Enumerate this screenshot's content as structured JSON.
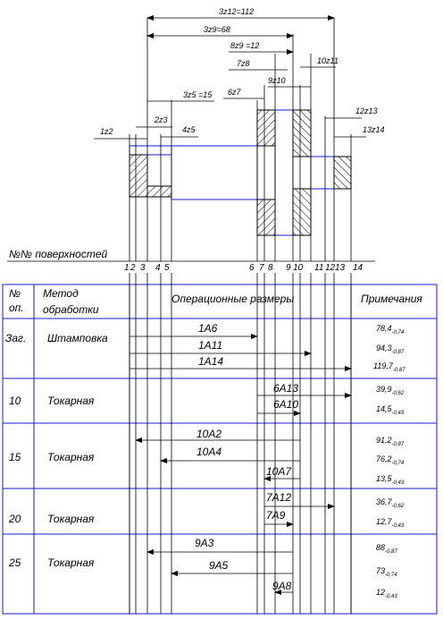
{
  "top_dims": [
    {
      "label": "3z12=112"
    },
    {
      "label": "3z9=68"
    },
    {
      "label": "8z9 =12"
    },
    {
      "label": "7z8"
    },
    {
      "label": "10z11"
    },
    {
      "label": "9z10"
    },
    {
      "label": "6z7"
    },
    {
      "label": "3z5 =15"
    },
    {
      "label": "12z13"
    },
    {
      "label": "2z3"
    },
    {
      "label": "13z14"
    },
    {
      "label": "1z2"
    },
    {
      "label": "4z5"
    }
  ],
  "surfaces_title": "№№ поверхностей",
  "surface_numbers": [
    "1",
    "2",
    "3",
    "4",
    "5",
    "6",
    "7",
    "8",
    "9",
    "10",
    "11",
    "12",
    "13",
    "14"
  ],
  "table": {
    "headers": {
      "op": "№ оп.",
      "op_line1": "№",
      "op_line2": "оп.",
      "method_line1": "Метод",
      "method_line2": "обработки",
      "sizes": "Операционные размеры",
      "notes": "Примечания"
    },
    "rows": [
      {
        "op": "Заг.",
        "method": "Штамповка",
        "sizes": [
          "1A6",
          "1A11",
          "1A14"
        ],
        "notes": [
          {
            "v": "78,4",
            "tol": "-0,74"
          },
          {
            "v": "94,3",
            "tol": "-0,87"
          },
          {
            "v": "119,7",
            "tol": "-0,87"
          }
        ]
      },
      {
        "op": "10",
        "method": "Токарная",
        "sizes": [
          "6A13",
          "6A10"
        ],
        "notes": [
          {
            "v": "39,9",
            "tol": "-0,62"
          },
          {
            "v": "14,5",
            "tol": "-0,43"
          }
        ]
      },
      {
        "op": "15",
        "method": "Токарная",
        "sizes": [
          "10A2",
          "10A4",
          "10A7"
        ],
        "notes": [
          {
            "v": "91,2",
            "tol": "-0,87"
          },
          {
            "v": "76,2",
            "tol": "-0,74"
          },
          {
            "v": "13,5",
            "tol": "-0,43"
          }
        ]
      },
      {
        "op": "20",
        "method": "Токарная",
        "sizes": [
          "7A12",
          "7A9"
        ],
        "notes": [
          {
            "v": "36,7",
            "tol": "-0,62"
          },
          {
            "v": "12,7",
            "tol": "-0,43"
          }
        ]
      },
      {
        "op": "25",
        "method": "Токарная",
        "sizes": [
          "9A3",
          "9A5",
          "9A8"
        ],
        "notes": [
          {
            "v": "88",
            "tol": "-0,87"
          },
          {
            "v": "73",
            "tol": "-0,74"
          },
          {
            "v": "12",
            "tol": "-0,43"
          }
        ]
      }
    ]
  },
  "colors": {
    "line": "#1a1ad6",
    "ink": "#000000",
    "hatch": "#000000"
  }
}
